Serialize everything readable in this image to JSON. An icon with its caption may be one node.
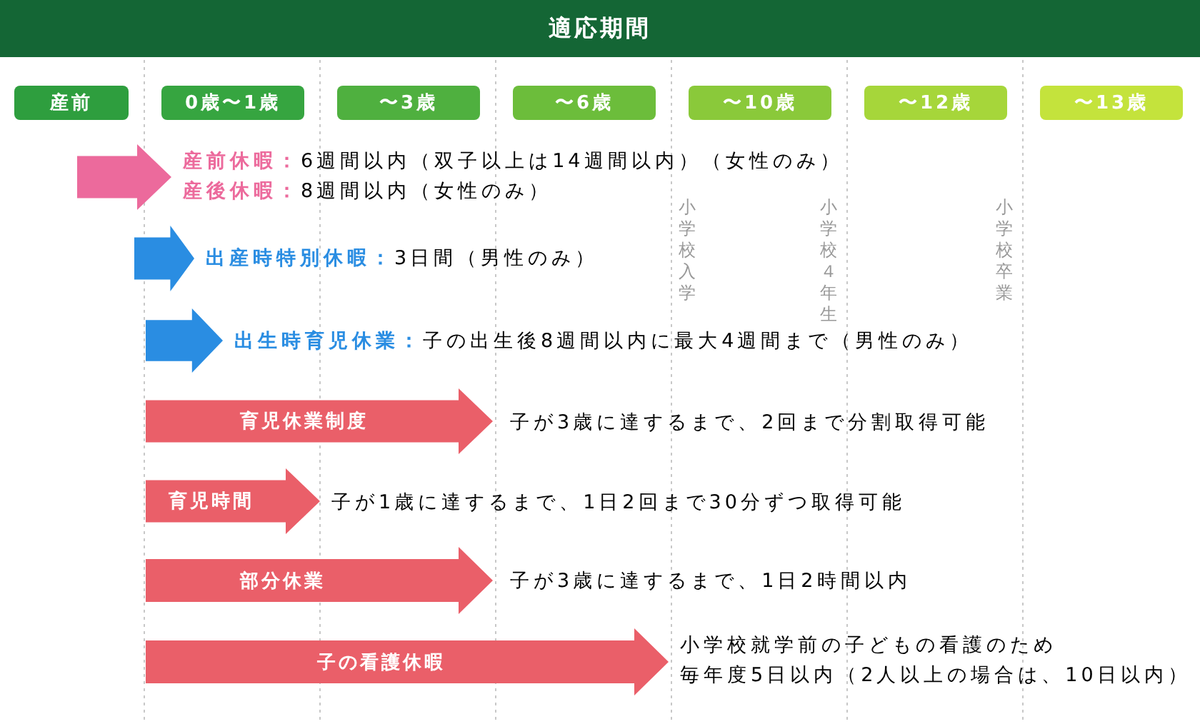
{
  "diagram": {
    "title": "適応期間",
    "nodes": [
      {
        "text": [
          "産前"
        ]
      },
      {
        "text": [
          "0歳〜1歳"
        ]
      },
      {
        "text": [
          "〜3歳"
        ]
      },
      {
        "text": [
          "〜6歳"
        ]
      },
      {
        "text": [
          "〜10歳"
        ]
      },
      {
        "text": [
          "〜12歳"
        ]
      },
      {
        "text": [
          "〜13歳"
        ]
      },
      {
        "text": [],
        "shape": "arrow",
        "beside": [
          "**産前休暇：**6週間以内（双子以上は14週間以内）（女性のみ）",
          "**産後休暇：**8週間以内（女性のみ）"
        ]
      },
      {
        "text": [],
        "shape": "arrow",
        "beside": [
          "**出産時特別休暇：**3日間（男性のみ）"
        ]
      },
      {
        "text": [],
        "shape": "arrow",
        "beside": [
          "**出生時育児休業：**子の出生後8週間以内に最大4週間まで（男性のみ）"
        ]
      },
      {
        "text": [
          "育児休業制度"
        ],
        "beside": [
          "子が3歳に達するまで、2回まで分割取得可能"
        ]
      },
      {
        "text": [
          "育児時間"
        ],
        "beside": [
          "子が1歳に達するまで、1日2回まで30分ずつ取得可能"
        ]
      },
      {
        "text": [
          "部分休業"
        ],
        "beside": [
          "子が3歳に達するまで、1日2時間以内"
        ]
      },
      {
        "text": [
          "子の看護休暇"
        ],
        "beside": [
          "小学校就学前の子どもの看護のため",
          "毎年度5日以内（2人以上の場合は、10日以内）"
        ]
      }
    ],
    "labels": [
      "小学校入学",
      "小学校４年生",
      "小学校卒業"
    ]
  }
}
